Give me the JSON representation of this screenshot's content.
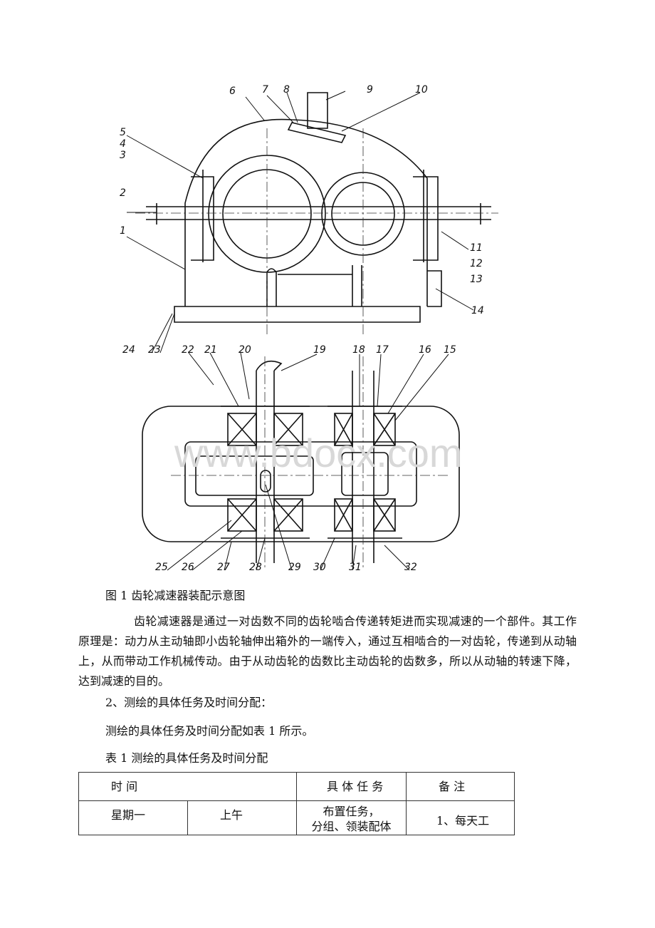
{
  "figure": {
    "callouts": [
      "1",
      "2",
      "3",
      "4",
      "5",
      "6",
      "7",
      "8",
      "9",
      "10",
      "11",
      "12",
      "13",
      "14",
      "15",
      "16",
      "17",
      "18",
      "19",
      "20",
      "21",
      "22",
      "23",
      "24",
      "25",
      "26",
      "27",
      "28",
      "29",
      "30",
      "31",
      "32"
    ],
    "watermark": "www.bdocx.com",
    "caption": "图 1 齿轮减速器装配示意图"
  },
  "body": {
    "paragraph": "齿轮减速器是通过一对齿数不同的齿轮啮合传递转矩进而实现减速的一个部件。其工作原理是：动力从主动轴即小齿轮轴伸出箱外的一端传入，通过互相啮合的一对齿轮，传递到从动轴上，从而带动工作机械传动。由于从动齿轮的齿数比主动齿轮的齿数多，所以从动轴的转速下降，达到减速的目的。",
    "section_heading": "2、测绘的具体任务及时间分配：",
    "section_intro": "测绘的具体任务及时间分配如表 1 所示。",
    "table_caption": "表 1 测绘的具体任务及时间分配"
  },
  "table": {
    "headers": {
      "time": "时 间",
      "task": "具 体 任 务",
      "note": "备 注"
    },
    "rows": [
      {
        "day": "星期一",
        "period": "上午",
        "task_line1": "布置任务，",
        "task_line2": "分组、领装配体",
        "note": "1、每天工"
      }
    ]
  }
}
